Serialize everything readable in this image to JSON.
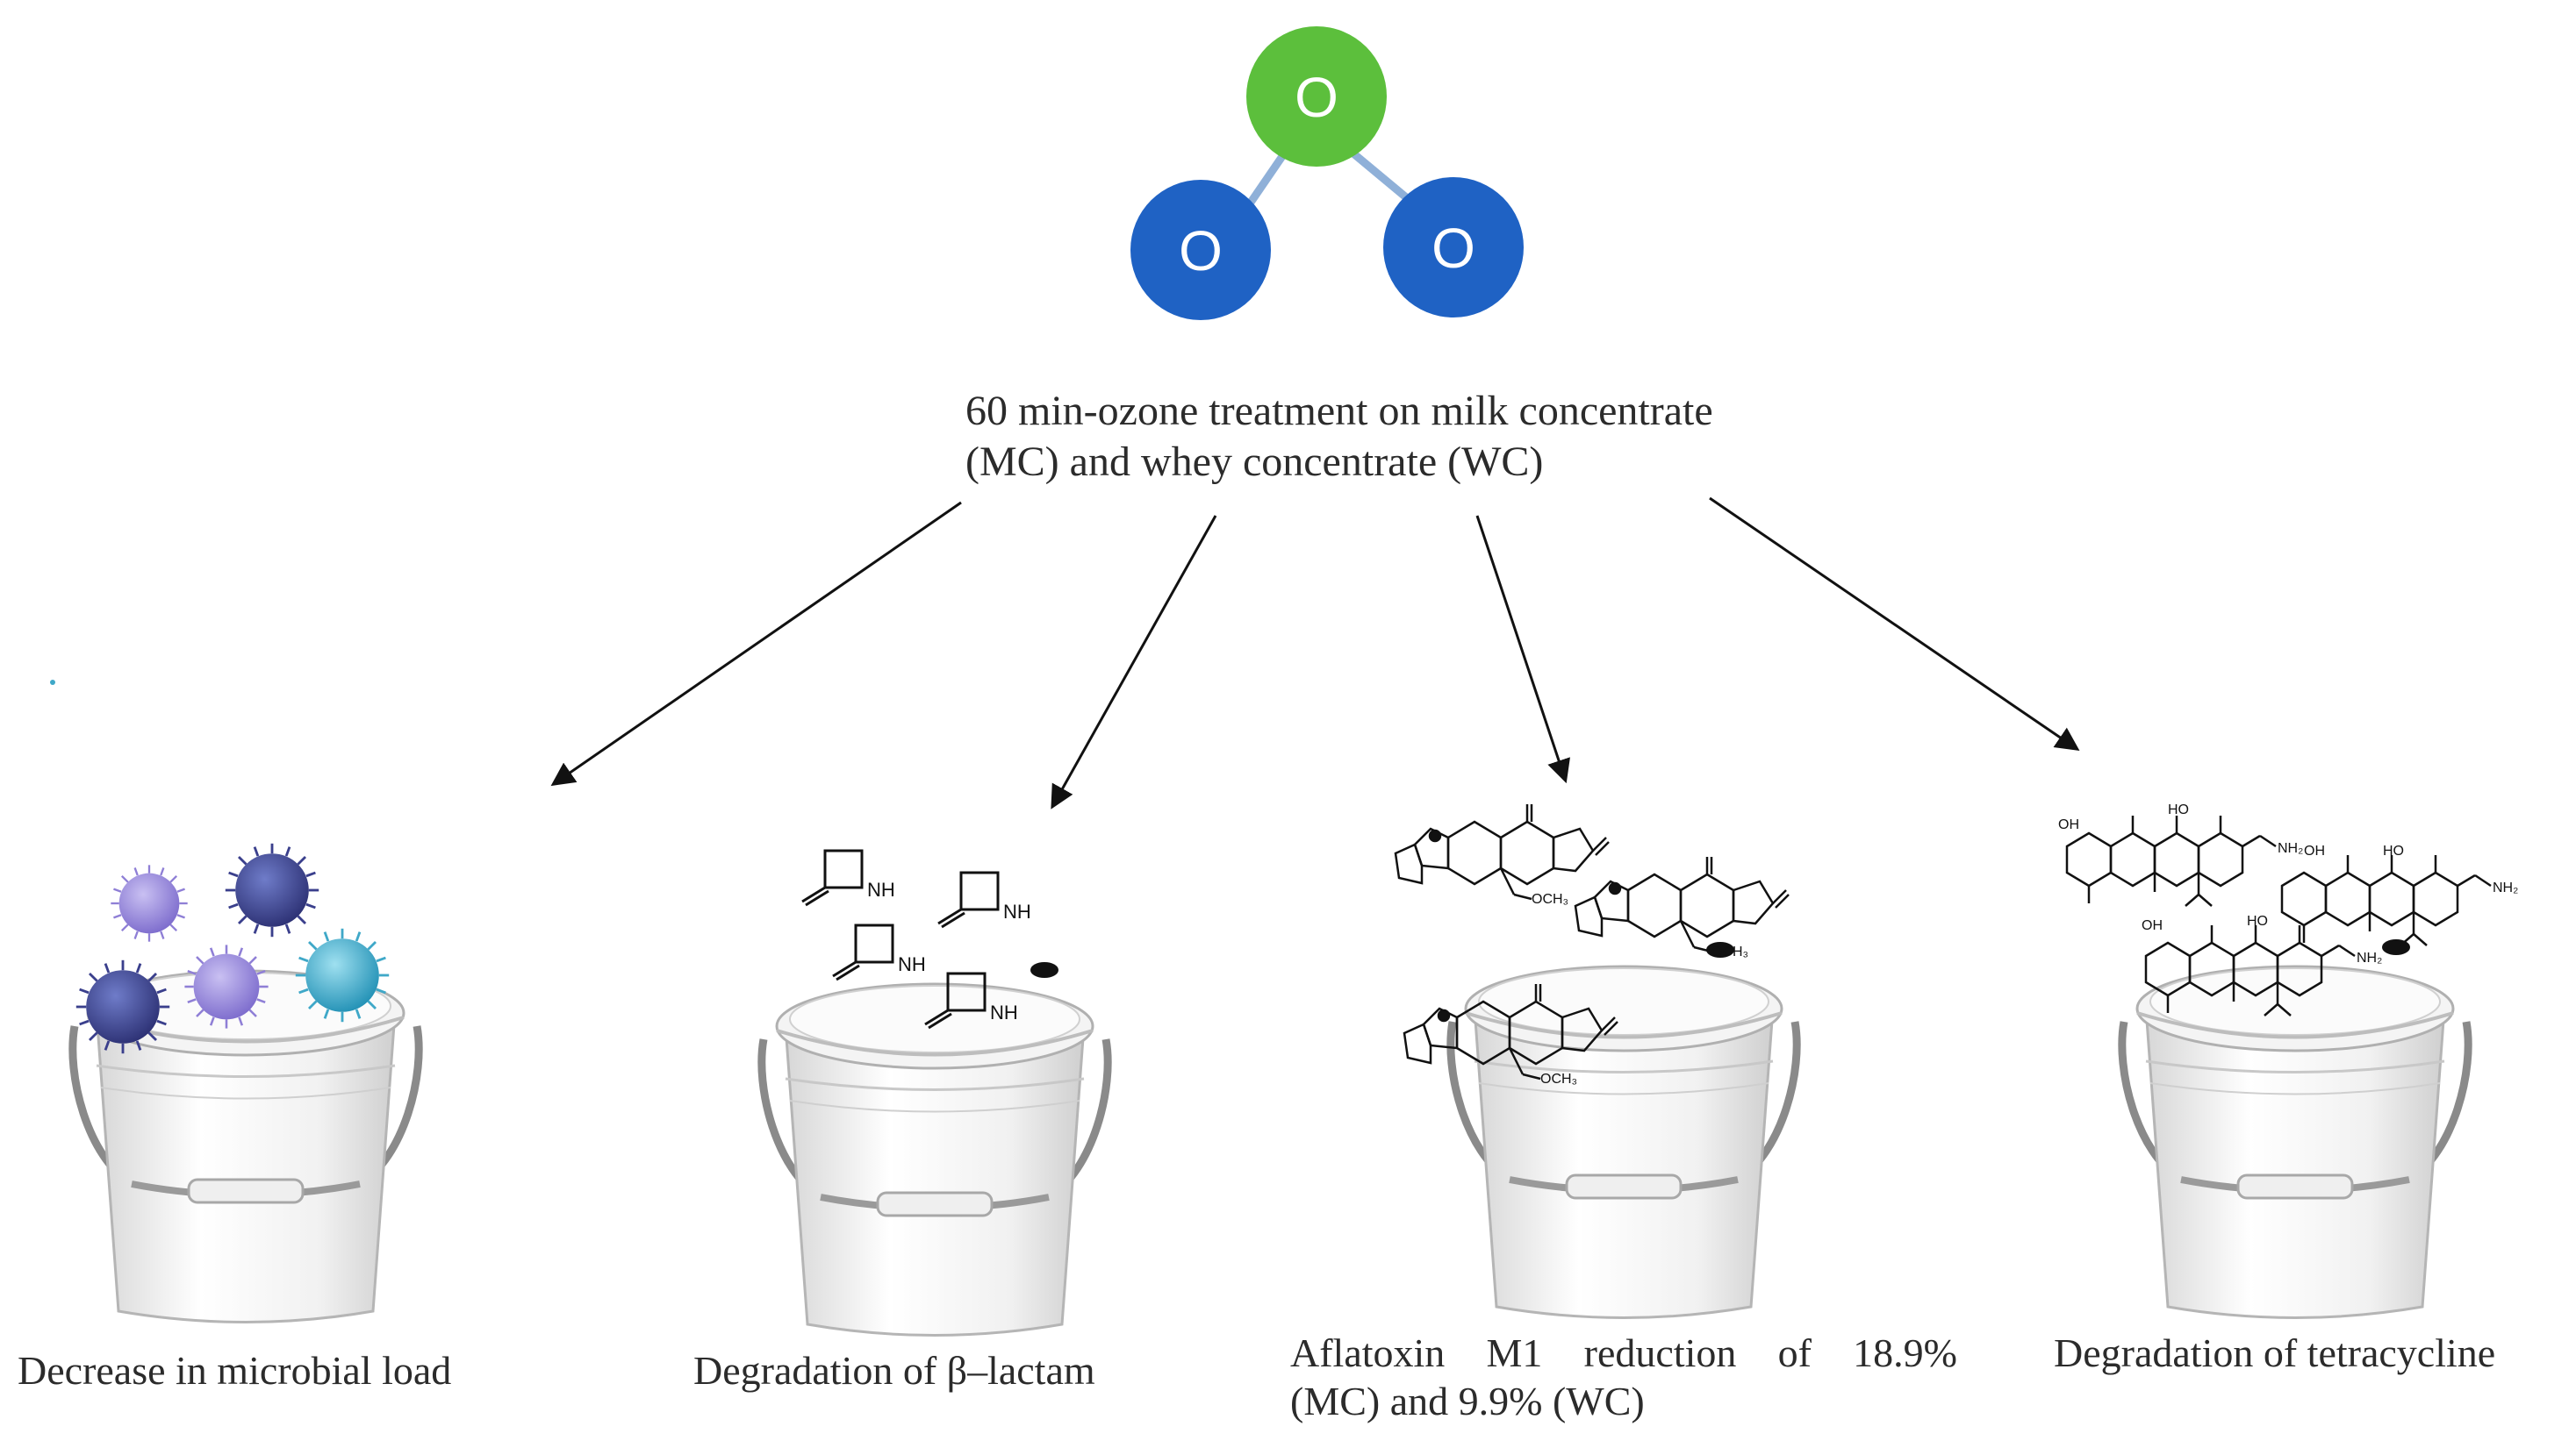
{
  "molecule": {
    "atoms": [
      {
        "symbol": "O",
        "color": "#5cbf3c"
      },
      {
        "symbol": "O",
        "color": "#1f62c4"
      },
      {
        "symbol": "O",
        "color": "#1f62c4"
      }
    ],
    "bond_color": "#8fb0d8"
  },
  "main_caption": {
    "line1": "60 min-ozone treatment on milk concentrate",
    "line2": "(MC) and whey concentrate (WC)"
  },
  "outcomes": [
    {
      "label": "Decrease in microbial load"
    },
    {
      "label": "Degradation of β–lactam",
      "nh_label": "NH"
    },
    {
      "label_line1": "Aflatoxin M1 reduction of 18.9%",
      "label_line2": "(MC) and 9.9% (WC)",
      "ch3_label": "OCH₃"
    },
    {
      "label": "Degradation of tetracycline",
      "oh_label": "OH",
      "ho_label": "HO",
      "nh2_label": "NH₂"
    }
  ],
  "colors": {
    "virus_purple": "#8f7fd6",
    "virus_navy": "#3a3f8c",
    "virus_cyan": "#3fa8c8",
    "arrow": "#111111"
  }
}
